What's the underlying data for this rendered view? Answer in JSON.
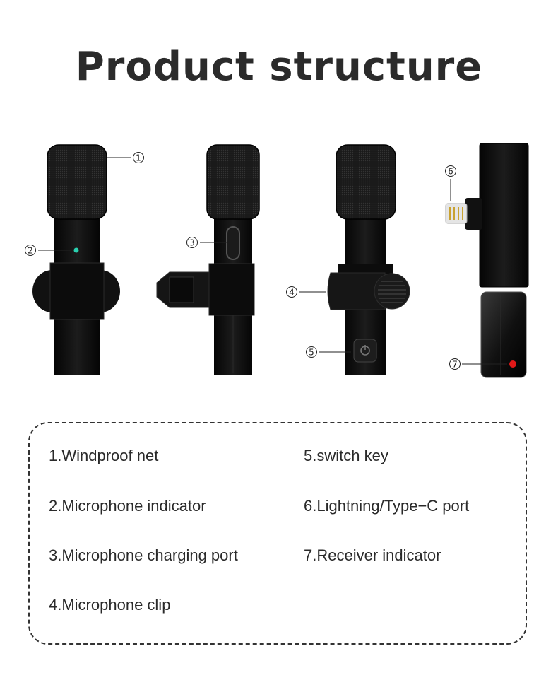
{
  "title": "Product structure",
  "callouts": [
    "1",
    "2",
    "3",
    "4",
    "5",
    "6",
    "7"
  ],
  "legend": {
    "left": [
      "1.Windproof net",
      "2.Microphone indicator",
      "3.Microphone charging port",
      "4.Microphone clip"
    ],
    "right": [
      "5.switch key",
      "6.Lightning/Type−C port",
      "7.Receiver indicator"
    ]
  },
  "colors": {
    "body": "#111111",
    "mic_indicator": "#2ad1b0",
    "receiver_indicator": "#e01818",
    "border": "#333333"
  }
}
